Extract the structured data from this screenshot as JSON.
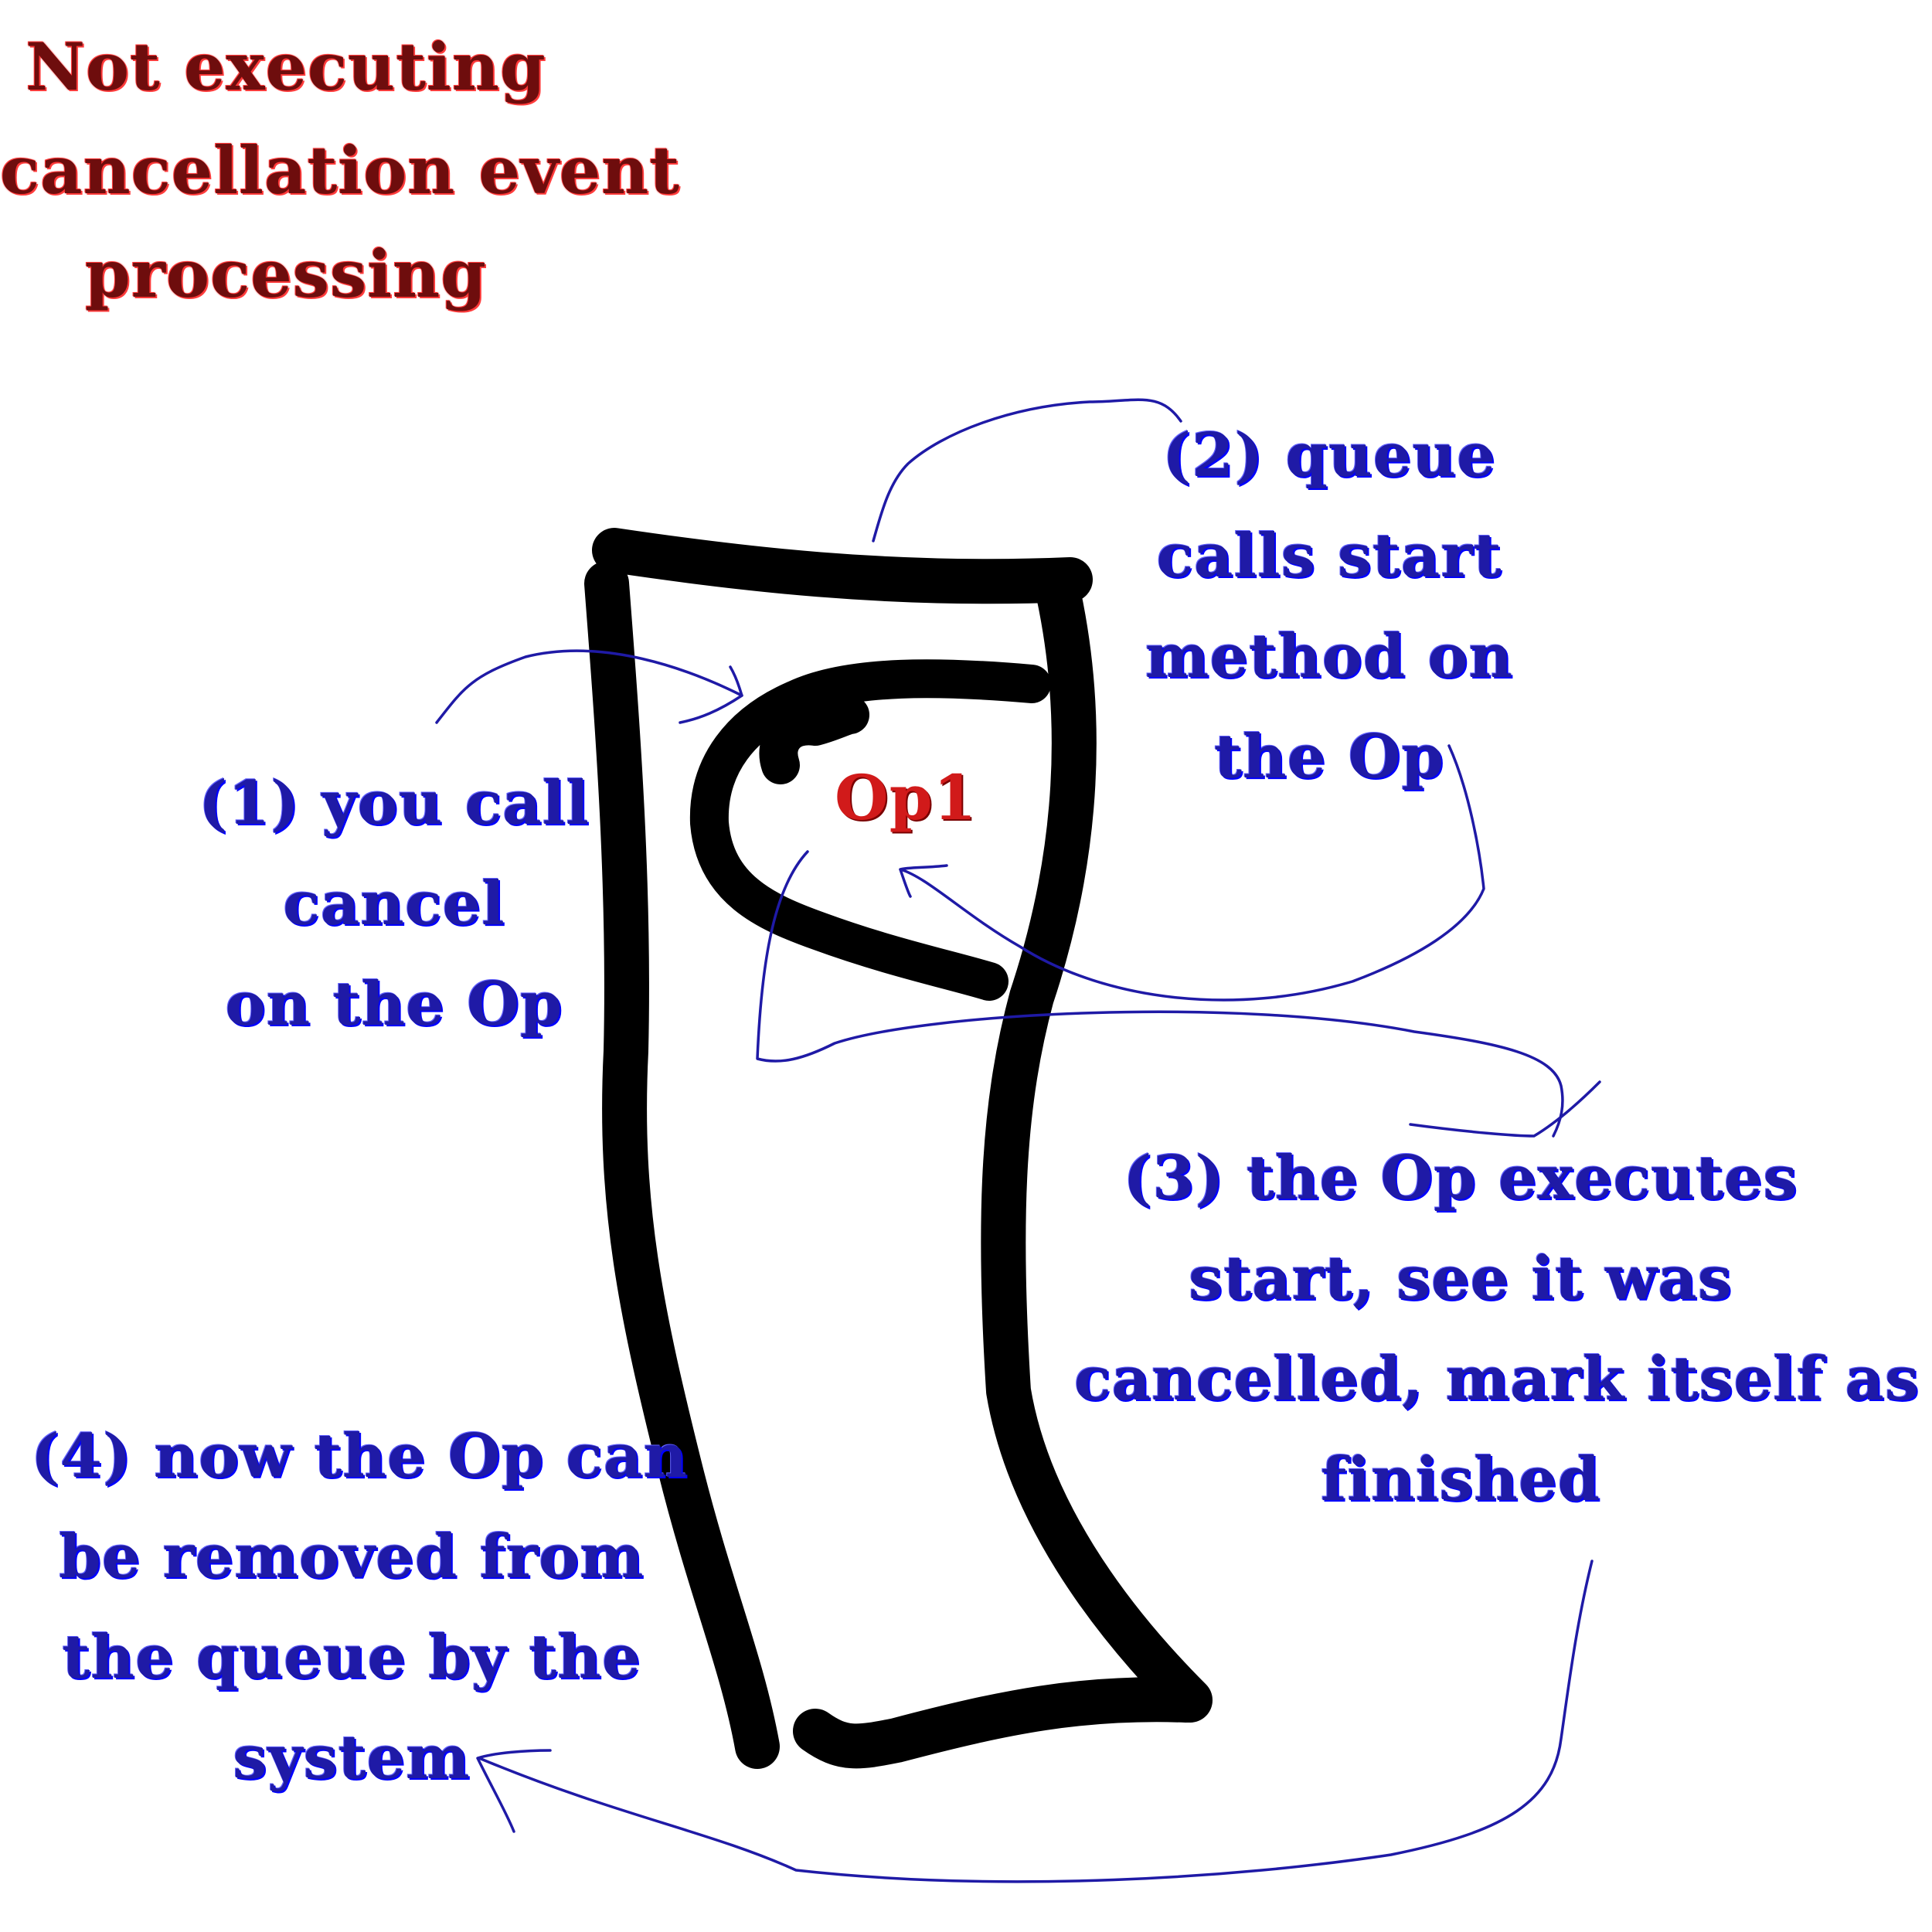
{
  "title": {
    "lines": [
      "Not executing",
      "cancellation event",
      "processing"
    ]
  },
  "operation": {
    "label": "Op1"
  },
  "steps": [
    {
      "lines": [
        "(1) you call",
        "cancel",
        "on the Op"
      ]
    },
    {
      "lines": [
        "(2) queue",
        "calls start",
        "method on",
        "the Op"
      ]
    },
    {
      "lines": [
        "(3) the Op executes",
        "start, see it was",
        "cancelled, mark itself as",
        "finished"
      ]
    },
    {
      "lines": [
        "(4) now the Op can",
        "be removed from",
        "the queue by the",
        "system"
      ]
    }
  ],
  "colors": {
    "title": "#6e0d0d",
    "title_glow": "#ff2a2a",
    "note": "#1f1aa6",
    "arrow": "#1f1aa6",
    "queue_outline": "#000000",
    "op_label": "#d11a1a"
  }
}
